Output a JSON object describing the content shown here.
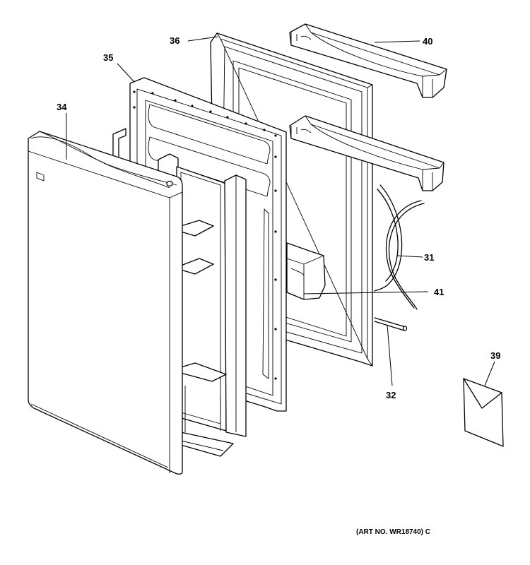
{
  "labels": {
    "p34": "34",
    "p35": "35",
    "p36": "36",
    "p40": "40",
    "p31": "31",
    "p41": "41",
    "p32": "32",
    "p39": "39"
  },
  "art_number": "(ART NO. WR18740) C"
}
